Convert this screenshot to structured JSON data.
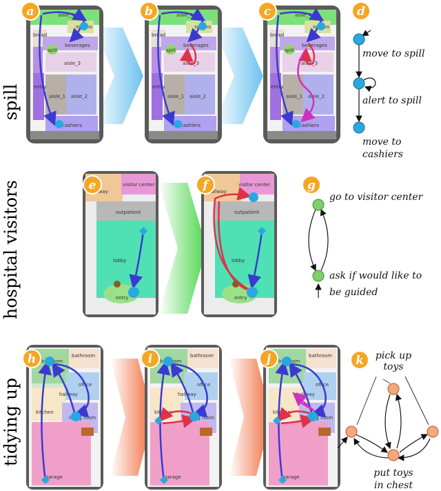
{
  "rows": [
    {
      "label": "spill"
    },
    {
      "label": "hospital visitors"
    },
    {
      "label": "tidying up"
    }
  ],
  "panel_letters": [
    "a",
    "b",
    "c",
    "d",
    "e",
    "f",
    "g",
    "h",
    "i",
    "j",
    "k"
  ],
  "store_map_labels": {
    "aisle_4": "aisle_4",
    "snacks": "snacks",
    "bread": "bread",
    "spill": "spill",
    "beverages": "beverages",
    "aisle_3": "aisle_3",
    "entry": "entry",
    "aisle_1": "aisle_1",
    "aisle_2": "aisle_2",
    "cashiers": "cashiers"
  },
  "hospital_map_labels": {
    "visitor_center": "visitor center",
    "hallway": "hallway",
    "outpatient": "outpatient",
    "lobby": "lobby",
    "entry": "entry"
  },
  "house_map_labels": {
    "bedroom": "bedroom",
    "bathroom": "bathroom",
    "office": "office",
    "hallway": "hallway",
    "kitchen": "kitchen",
    "living_room": "living room",
    "garage": "garage"
  },
  "graph_d": {
    "n1": "move to spill",
    "n2": "alert to spill",
    "n3a": "move to",
    "n3b": "cashiers"
  },
  "graph_g": {
    "n1": "go to visitor center",
    "n2a": "ask if would like to",
    "n2b": "be guided"
  },
  "graph_k": {
    "top_a": "pick up",
    "top_b": "toys",
    "bottom_a": "put toys",
    "bottom_b": "in chest"
  },
  "colors": {
    "badge": "#f5a623",
    "node_blue": "#29a8e0",
    "node_green": "#7fd06a",
    "node_orange": "#f6a77e",
    "path_blue": "#3a3ad0",
    "path_red": "#e0304a",
    "path_magenta": "#d030c0",
    "chevron_blue": "#6cc2ef",
    "chevron_green": "#5ed65e",
    "chevron_orange": "#f0693a"
  }
}
